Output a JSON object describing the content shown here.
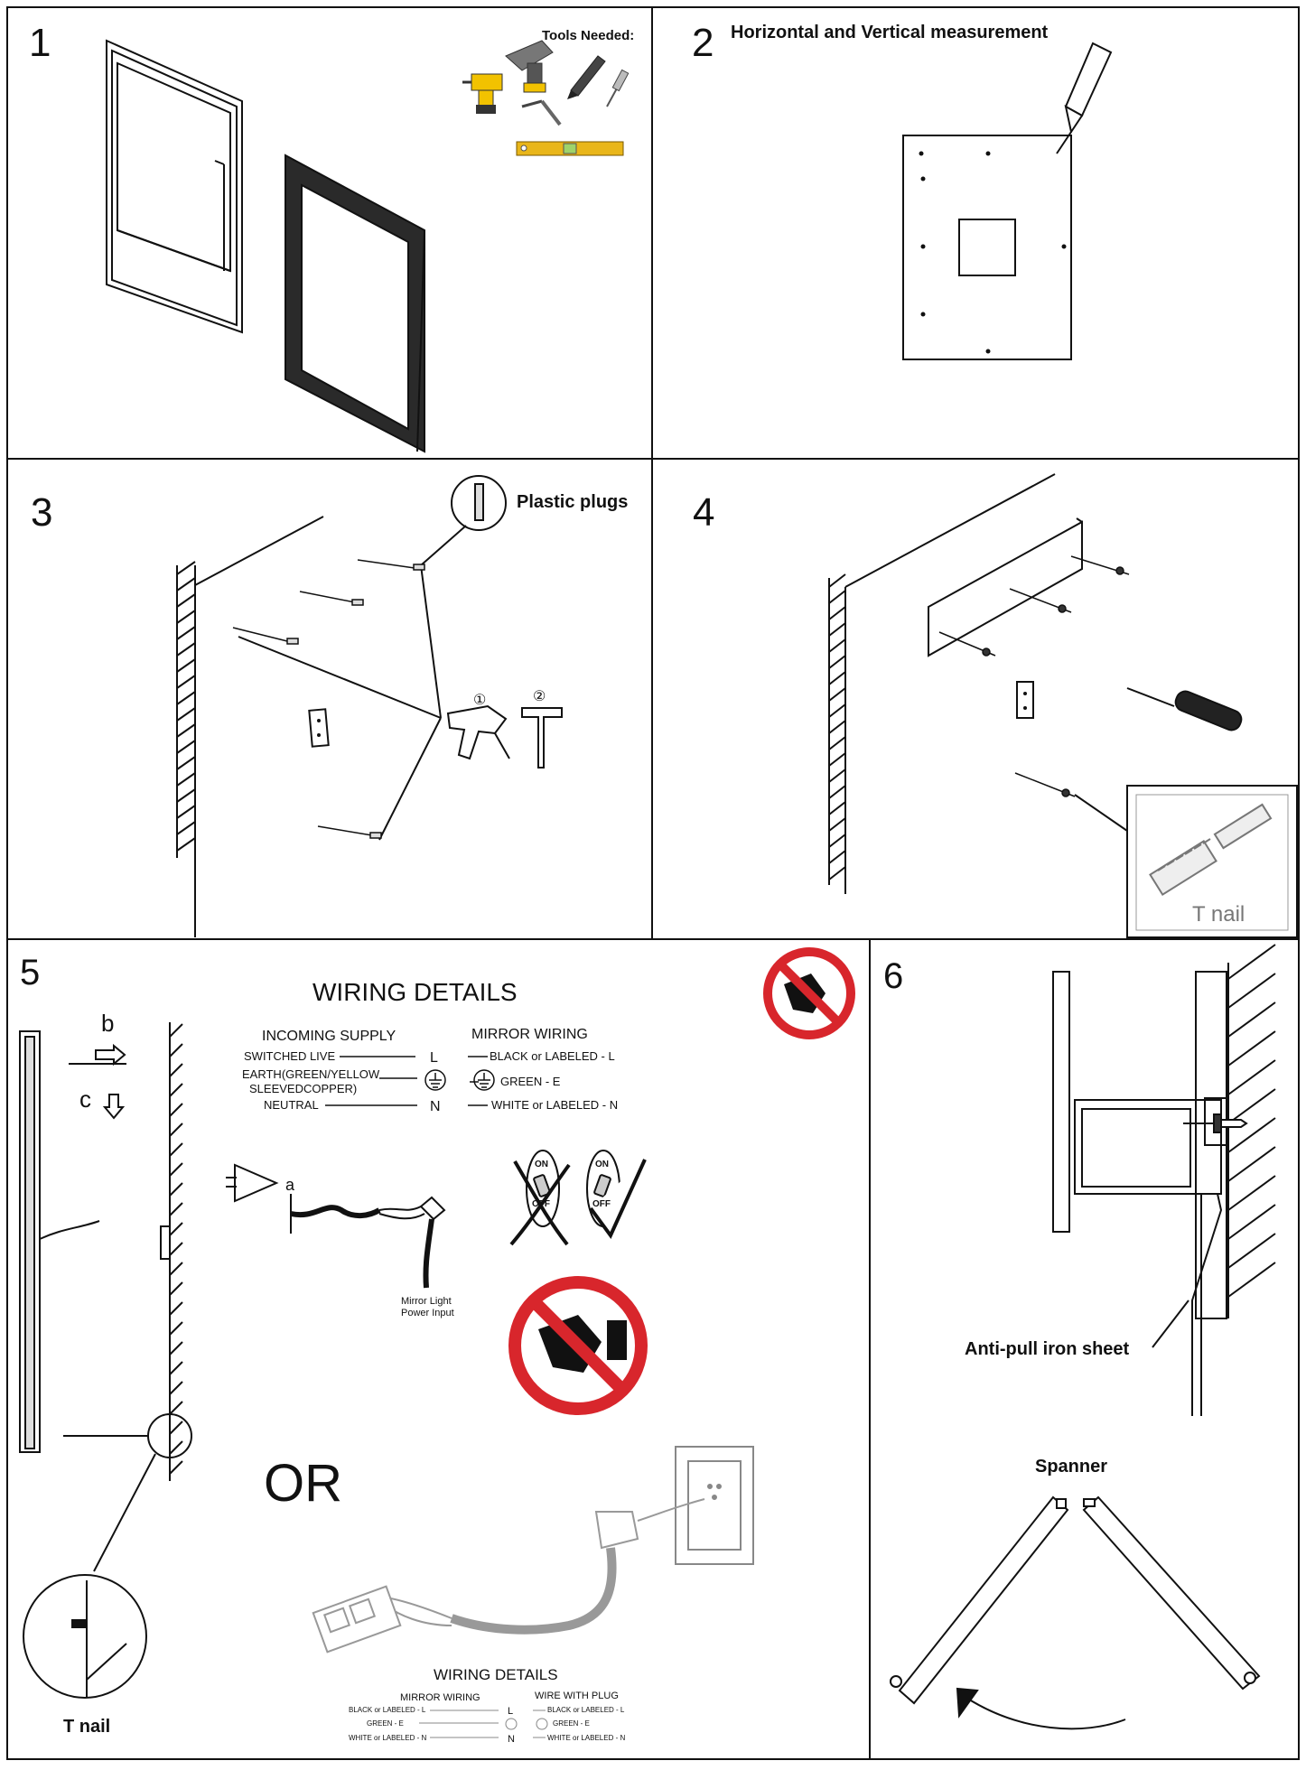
{
  "panels": {
    "p1": {
      "number": "1",
      "tools_title": "Tools Needed:"
    },
    "p2": {
      "number": "2",
      "title": "Horizontal and Vertical measurement"
    },
    "p3": {
      "number": "3",
      "plugs_label": "Plastic plugs",
      "tool1_marker": "①",
      "tool2_marker": "②"
    },
    "p4": {
      "number": "4",
      "tnail_label": "T nail"
    },
    "p5": {
      "number": "5",
      "arrow_b": "b",
      "arrow_c": "c",
      "marker_a": "a",
      "wiring_title": "WIRING DETAILS",
      "incoming_header": "INCOMING SUPPLY",
      "mirror_header": "MIRROR WIRING",
      "switched_live": "SWITCHED LIVE",
      "earth_line1": "EARTH(GREEN/YELLOW",
      "earth_line2": "SLEEVEDCOPPER)",
      "neutral": "NEUTRAL",
      "letter_l": "L",
      "letter_n": "N",
      "black_l": "BLACK or LABELED - L",
      "green_e": "GREEN - E",
      "white_n": "WHITE or LABELED - N",
      "power_input_line1": "Mirror Light",
      "power_input_line2": "Power Input",
      "switch_on": "ON",
      "switch_off": "OFF",
      "or_text": "OR",
      "tnail_label": "T nail",
      "bottom_title": "WIRING DETAILS",
      "bottom_mirror_header": "MIRROR WIRING",
      "bottom_plug_header": "WIRE WITH PLUG",
      "b_black_l": "BLACK or LABELED - L",
      "b_green_e": "GREEN - E",
      "b_white_n": "WHITE or LABELED - N",
      "b_l": "L",
      "b_n": "N",
      "b_plug_black": "BLACK or LABELED - L",
      "b_plug_green": "GREEN - E",
      "b_plug_white": "WHITE or LABELED - N"
    },
    "p6": {
      "number": "6",
      "anti_pull_label": "Anti-pull iron sheet",
      "spanner_label": "Spanner"
    }
  },
  "colors": {
    "ink": "#111111",
    "prohibit_red": "#d8262c",
    "tool_yellow": "#f2c200",
    "level_yellow": "#e9b61a"
  }
}
